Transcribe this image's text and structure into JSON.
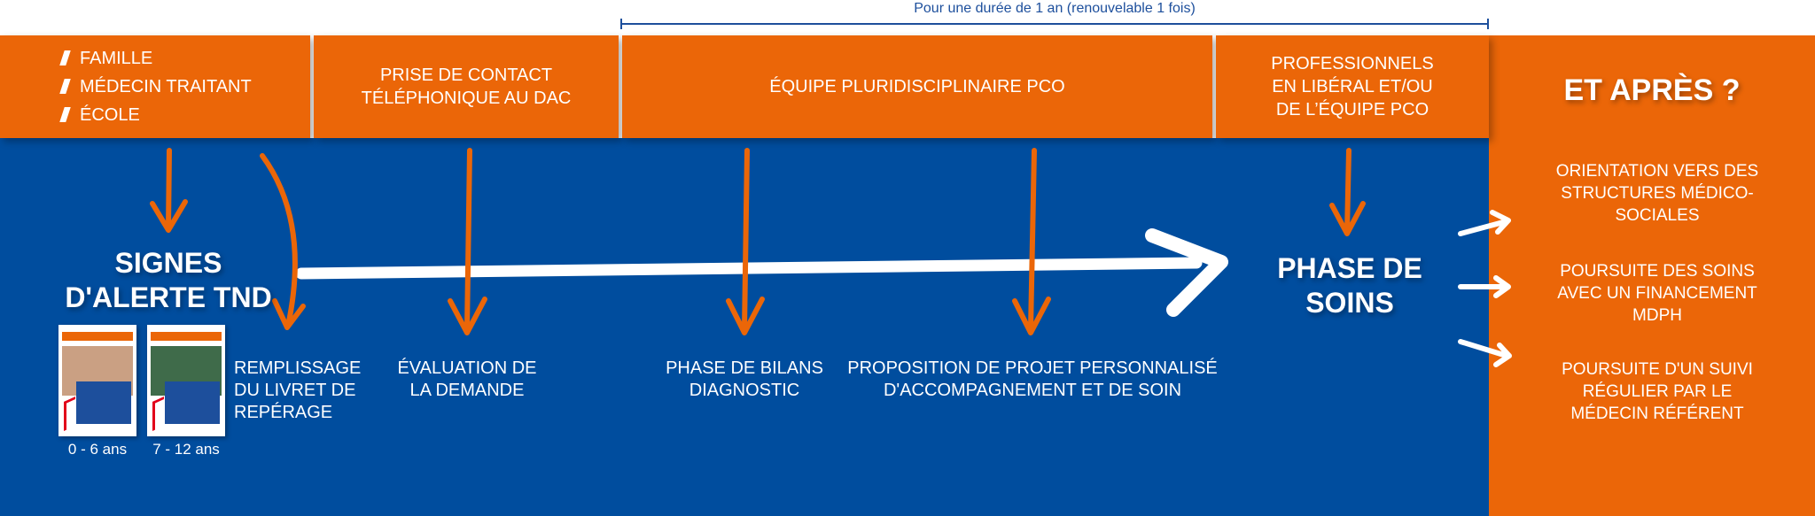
{
  "duration": {
    "label": "Pour une durée de 1 an (renouvelable 1 fois)"
  },
  "header_steps": {
    "actors": [
      "FAMILLE",
      "MÉDECIN TRAITANT",
      "ÉCOLE"
    ],
    "contact": "PRISE DE CONTACT\nTÉLÉPHONIQUE  AU DAC",
    "team": "ÉQUIPE PLURIDISCIPLINAIRE PCO",
    "professionals": "PROFESSIONNELS\nEN LIBÉRAL ET/OU\nDE L’ÉQUIPE PCO"
  },
  "signs": {
    "title_line1": "SIGNES",
    "title_line2": "D'ALERTE TND"
  },
  "booklets": [
    {
      "age": "0 - 6 ans"
    },
    {
      "age": "7 - 12 ans"
    }
  ],
  "stages": [
    {
      "id": "livret",
      "text": "REMPLISSAGE\nDU LIVRET DE\nREPÉRAGE"
    },
    {
      "id": "evaluation",
      "text": "ÉVALUATION DE\nLA DEMANDE"
    },
    {
      "id": "bilans",
      "text": "PHASE DE BILANS\nDIAGNOSTIC"
    },
    {
      "id": "projet",
      "text": "PROPOSITION DE PROJET PERSONNALISÉ\nD'ACCOMPAGNEMENT ET DE SOIN"
    }
  ],
  "care_phase": {
    "title_line1": "PHASE DE",
    "title_line2": "SOINS"
  },
  "after": {
    "title": "ET APRÈS ?",
    "items": [
      "ORIENTATION VERS DES\nSTRUCTURES MÉDICO-\nSOCIALES",
      "POURSUITE DES SOINS\nAVEC UN FINANCEMENT\nMDPH",
      "POURSUITE D'UN SUIVI\nRÉGULIER PAR LE\nMÉDECIN RÉFÉRENT"
    ]
  },
  "colors": {
    "orange": "#eb6608",
    "blue": "#004d9e",
    "white": "#ffffff",
    "dark_blue": "#1d4f9c"
  }
}
